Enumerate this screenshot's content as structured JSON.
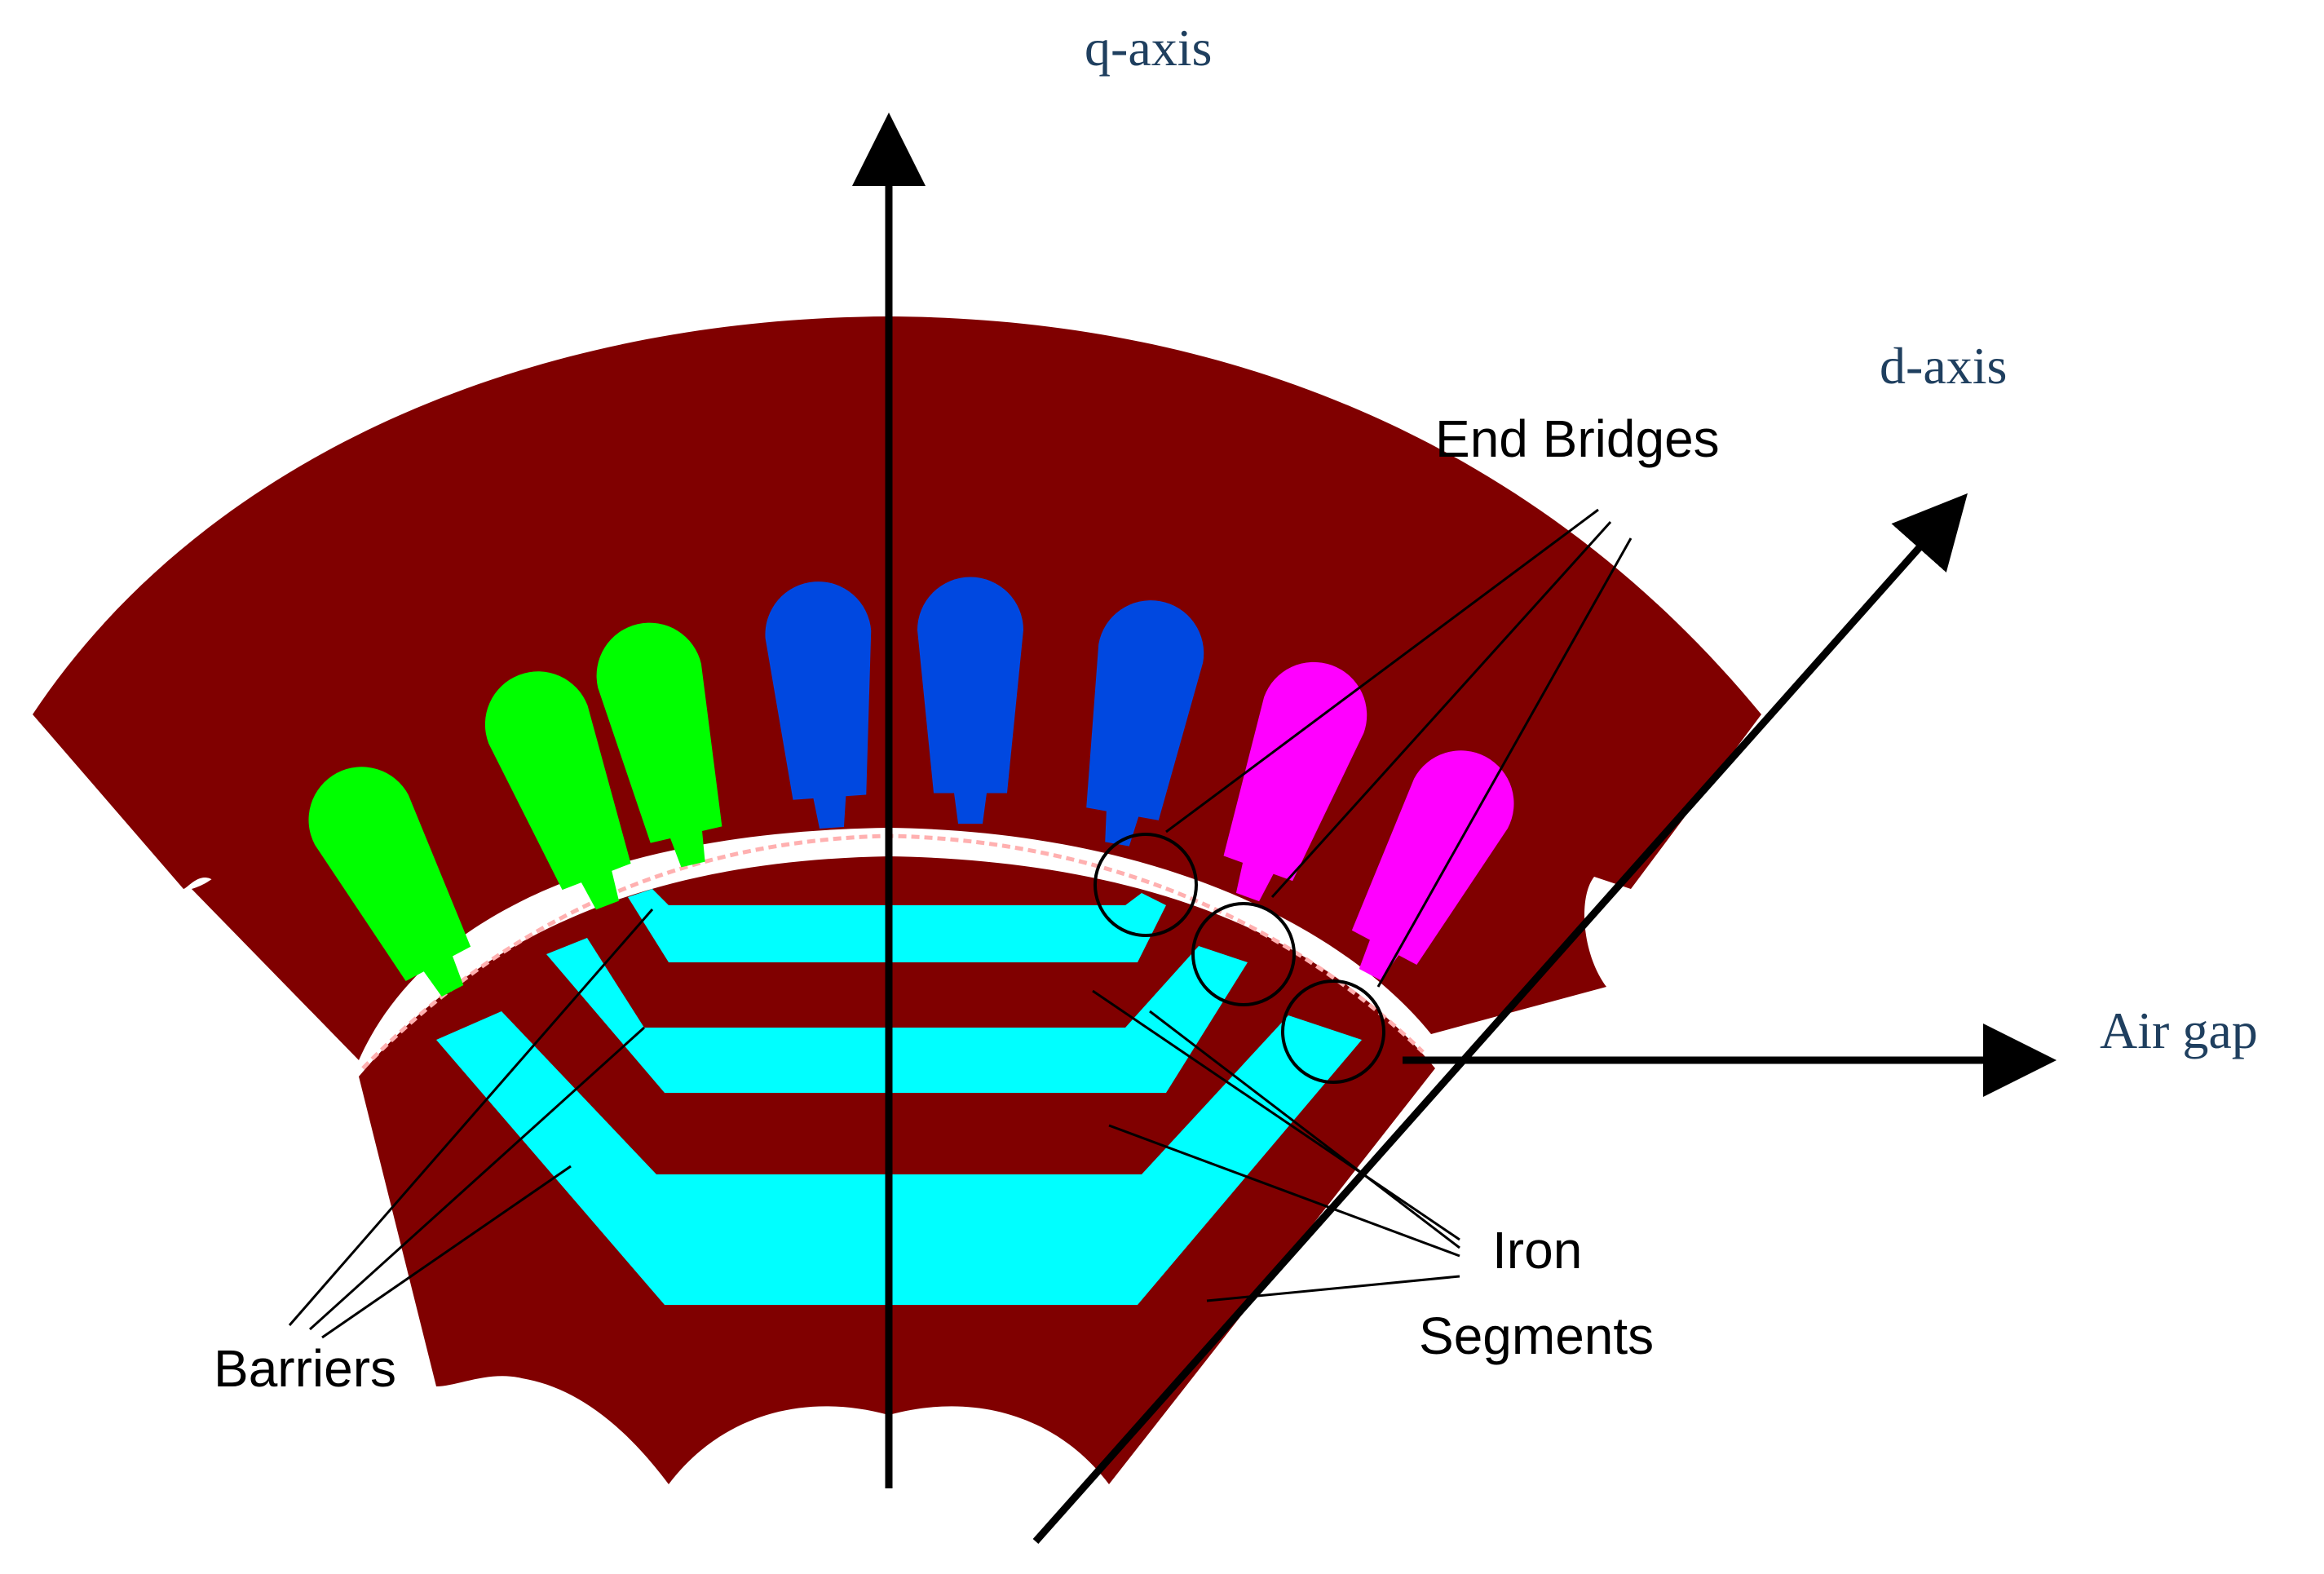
{
  "labels": {
    "q_axis": "q-axis",
    "d_axis": "d-axis",
    "end_bridges": "End Bridges",
    "air_gap": "Air gap",
    "iron": "Iron",
    "segments": "Segments",
    "barriers": "Barriers"
  },
  "colors": {
    "iron": "#800000",
    "barrier": "#00ffff",
    "phase_a": "#00ff00",
    "phase_b": "#0048e0",
    "phase_c": "#ff00ff",
    "axis": "#000000",
    "serif_label": "#1f3f5f"
  }
}
